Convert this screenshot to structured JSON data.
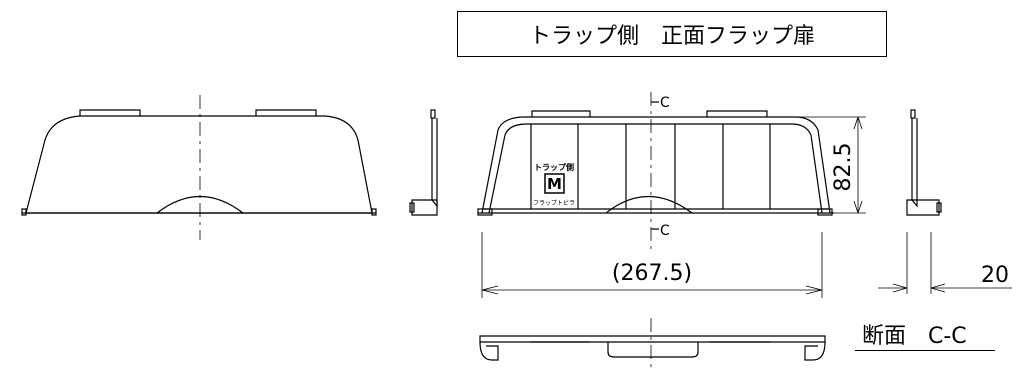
{
  "title": "トラップ側　正面フラップ扉",
  "section_mark_top": "C",
  "section_mark_bottom": "C",
  "height_dim": "82.5",
  "width_dim": "(267.5)",
  "depth_dim": "20",
  "section_label": "断面　C-C",
  "label_brand": "トラップ側",
  "label_logo": "M",
  "label_caption": "フラップトビラ",
  "line_color": "#000000"
}
